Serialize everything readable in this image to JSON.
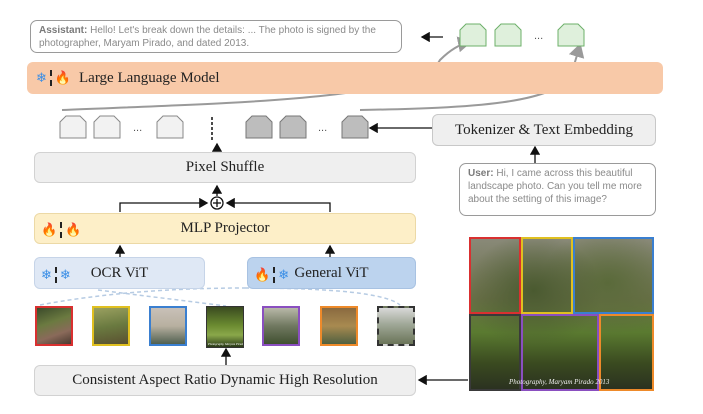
{
  "assistant_bubble": {
    "speaker": "Assistant:",
    "text": "Hello! Let's break down the details: ... The photo is signed by the photographer, Maryam Pirado, and dated 2013."
  },
  "user_bubble": {
    "speaker": "User:",
    "text": "Hi, I came across this beautiful landscape photo. Can you tell me more about the setting of this image?"
  },
  "blocks": {
    "llm": "Large Language Model",
    "tokenizer": "Tokenizer & Text Embedding",
    "pixel_shuffle": "Pixel Shuffle",
    "mlp_projector": "MLP Projector",
    "ocr_vit": "OCR ViT",
    "general_vit": "General ViT",
    "dynamic_res": "Consistent Aspect Ratio Dynamic High Resolution"
  },
  "token_ellipsis": "...",
  "signature_caption": "Photography, Maryam Pirado 2013",
  "colors": {
    "llm_fill": "#f8c9a8",
    "mlp_fill": "#fdefc8",
    "ocr_fill": "#dfe8f5",
    "general_fill": "#bcd3ee",
    "neutral_fill": "#efefef",
    "output_token_fill": "#dff0dc",
    "output_token_stroke": "#6db06a",
    "visual_token_fill": "#bdbdbd",
    "text_token_fill": "#f2f2f2",
    "snowflake": "#3a8ee6",
    "flame": "#f06a1a",
    "tile_red": "#d93030",
    "tile_yellow": "#e0c020",
    "tile_blue": "#3a7fd0",
    "tile_dark": "#333333",
    "tile_purple": "#8a4fc0",
    "tile_orange": "#ee8a2a"
  },
  "icons": {
    "frozen": "snowflake-icon",
    "trainable": "flame-icon",
    "concat": "circled-plus-icon"
  }
}
